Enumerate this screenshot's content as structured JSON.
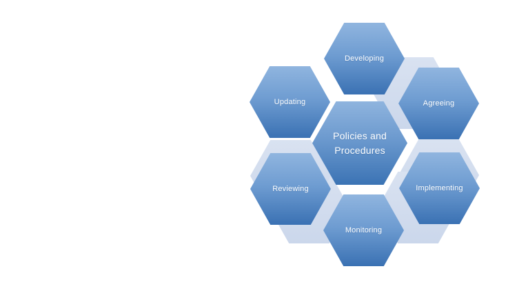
{
  "diagram": {
    "type": "hexagon-cluster-cycle",
    "center": {
      "label": "Policies and Procedures",
      "line1": "Policies and",
      "line2": "Procedures"
    },
    "nodes": [
      {
        "id": "developing",
        "label": "Developing"
      },
      {
        "id": "agreeing",
        "label": "Agreeing"
      },
      {
        "id": "implementing",
        "label": "Implementing"
      },
      {
        "id": "monitoring",
        "label": "Monitoring"
      },
      {
        "id": "reviewing",
        "label": "Reviewing"
      },
      {
        "id": "updating",
        "label": "Updating"
      }
    ],
    "connectors": [
      {
        "between": [
          "developing",
          "agreeing"
        ]
      },
      {
        "between": [
          "agreeing",
          "implementing"
        ]
      },
      {
        "between": [
          "implementing",
          "monitoring"
        ]
      },
      {
        "between": [
          "monitoring",
          "reviewing"
        ]
      },
      {
        "between": [
          "reviewing",
          "updating"
        ]
      }
    ],
    "colors": {
      "background": "#FFFFFF",
      "hexagon_gradient_top": "#90B5DF",
      "hexagon_gradient_bottom": "#3A71B3",
      "connector_gradient_top": "#D9E2F1",
      "connector_gradient_bottom": "#CBD7EB",
      "label_text": "#FFFFFF"
    }
  }
}
